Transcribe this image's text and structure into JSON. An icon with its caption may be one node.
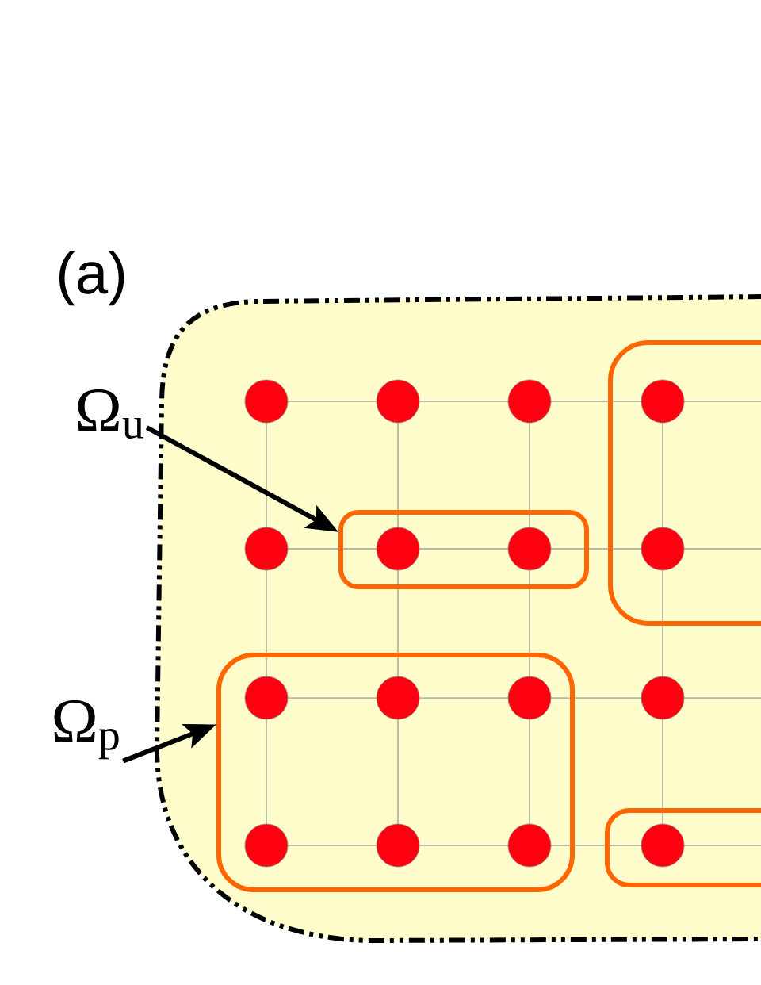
{
  "diagram": {
    "nodes": [
      {
        "text": [
          "Ω$_{u}$"
        ]
      },
      {
        "text": [],
        "shape": "box"
      },
      {
        "text": [],
        "shape": "box"
      },
      {
        "text": [
          "Ω$_{p}$"
        ]
      },
      {
        "text": [],
        "shape": "box"
      },
      {
        "text": [],
        "shape": "box"
      }
    ],
    "edges": [
      {
        "from": 0,
        "to": 1,
        "arrow": "to"
      },
      {
        "from": 3,
        "to": 4,
        "arrow": "to"
      }
    ],
    "labels": [
      "(a)"
    ]
  }
}
